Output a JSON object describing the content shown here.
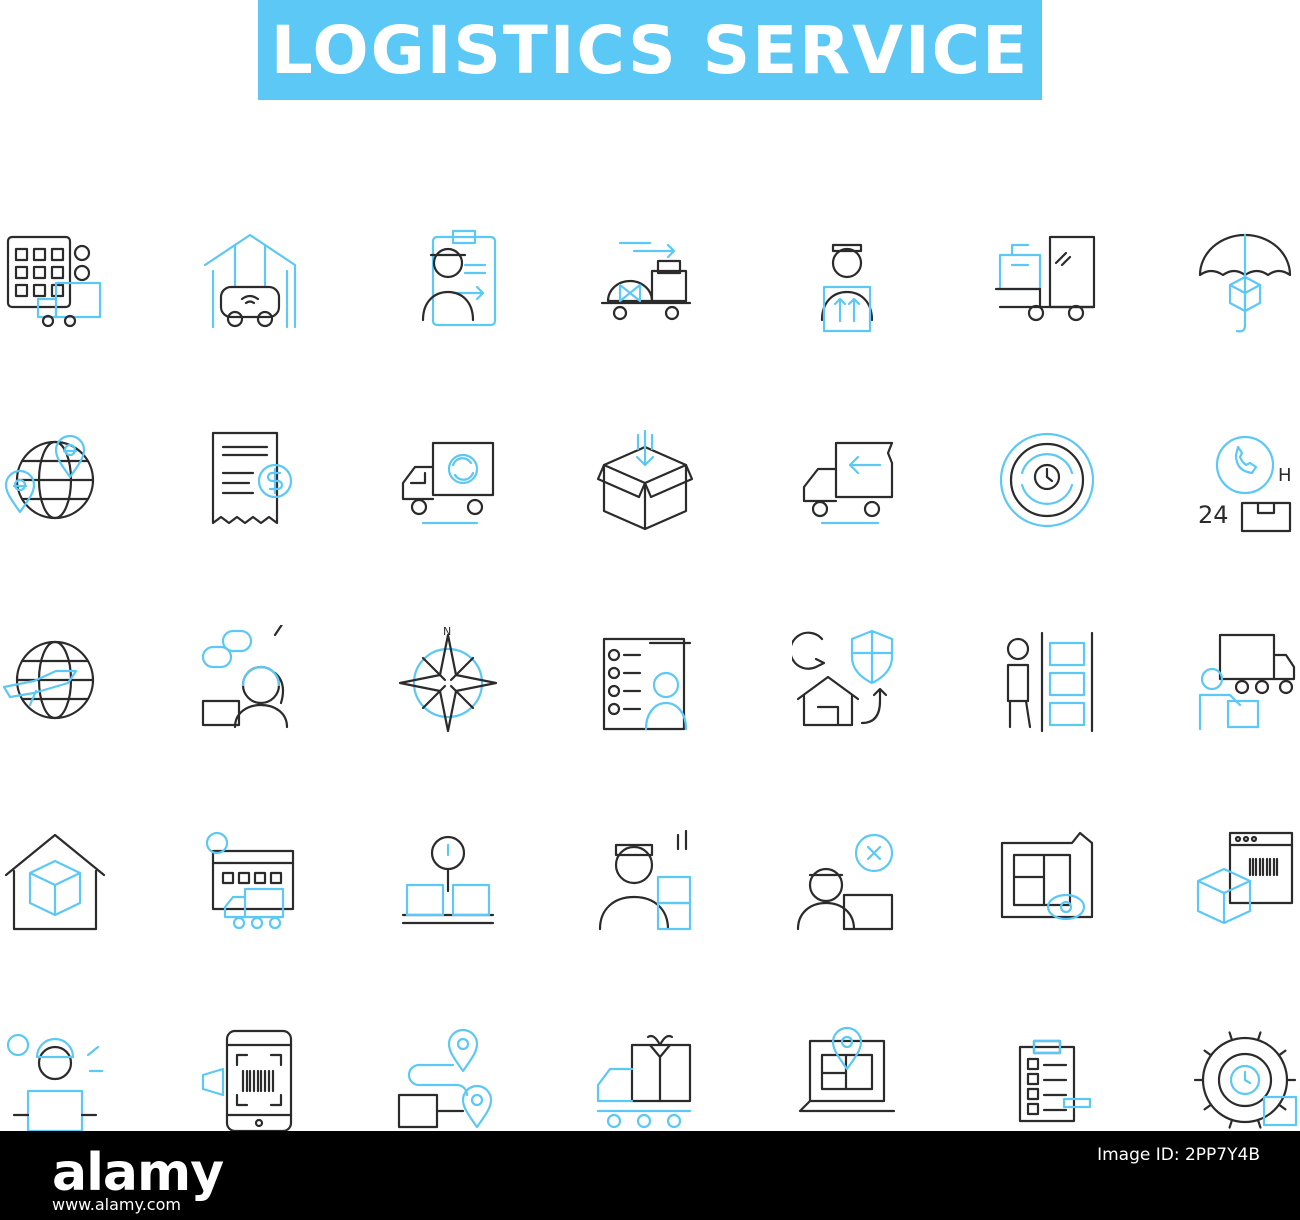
{
  "title": "LOGISTICS SERVICE",
  "colors": {
    "accent": "#5bc8f5",
    "line": "#2b2b2b",
    "footer": "#000000"
  },
  "icons": [
    [
      "calendar-truck-icon",
      "warehouse-robot-icon",
      "courier-clipboard-icon",
      "food-delivery-truck-icon",
      "courier-package-icon",
      "forklift-icon",
      "umbrella-protection-icon"
    ],
    [
      "global-locations-icon",
      "invoice-payment-icon",
      "delivery-truck-icon",
      "package-box-icon",
      "express-truck-icon",
      "clock-cycle-icon",
      "support-24h-icon"
    ],
    [
      "global-airplane-icon",
      "customer-support-icon",
      "compass-rose-icon",
      "checklist-person-icon",
      "home-protection-icon",
      "warehouse-worker-icon",
      "courier-truck-icon"
    ],
    [
      "house-package-icon",
      "schedule-truck-icon",
      "package-scale-icon",
      "delivery-man-icon",
      "delivery-cancel-icon",
      "blueprint-eye-icon",
      "barcode-package-icon"
    ],
    [
      "worker-package-icon",
      "mobile-barcode-icon",
      "route-map-icon",
      "gift-delivery-truck-icon",
      "laptop-location-icon",
      "clipboard-checklist-icon",
      "gear-timer-icon"
    ]
  ],
  "footer": {
    "logo": "alamy",
    "image_id": "Image ID: 2PP7Y4B",
    "url": "www.alamy.com"
  }
}
